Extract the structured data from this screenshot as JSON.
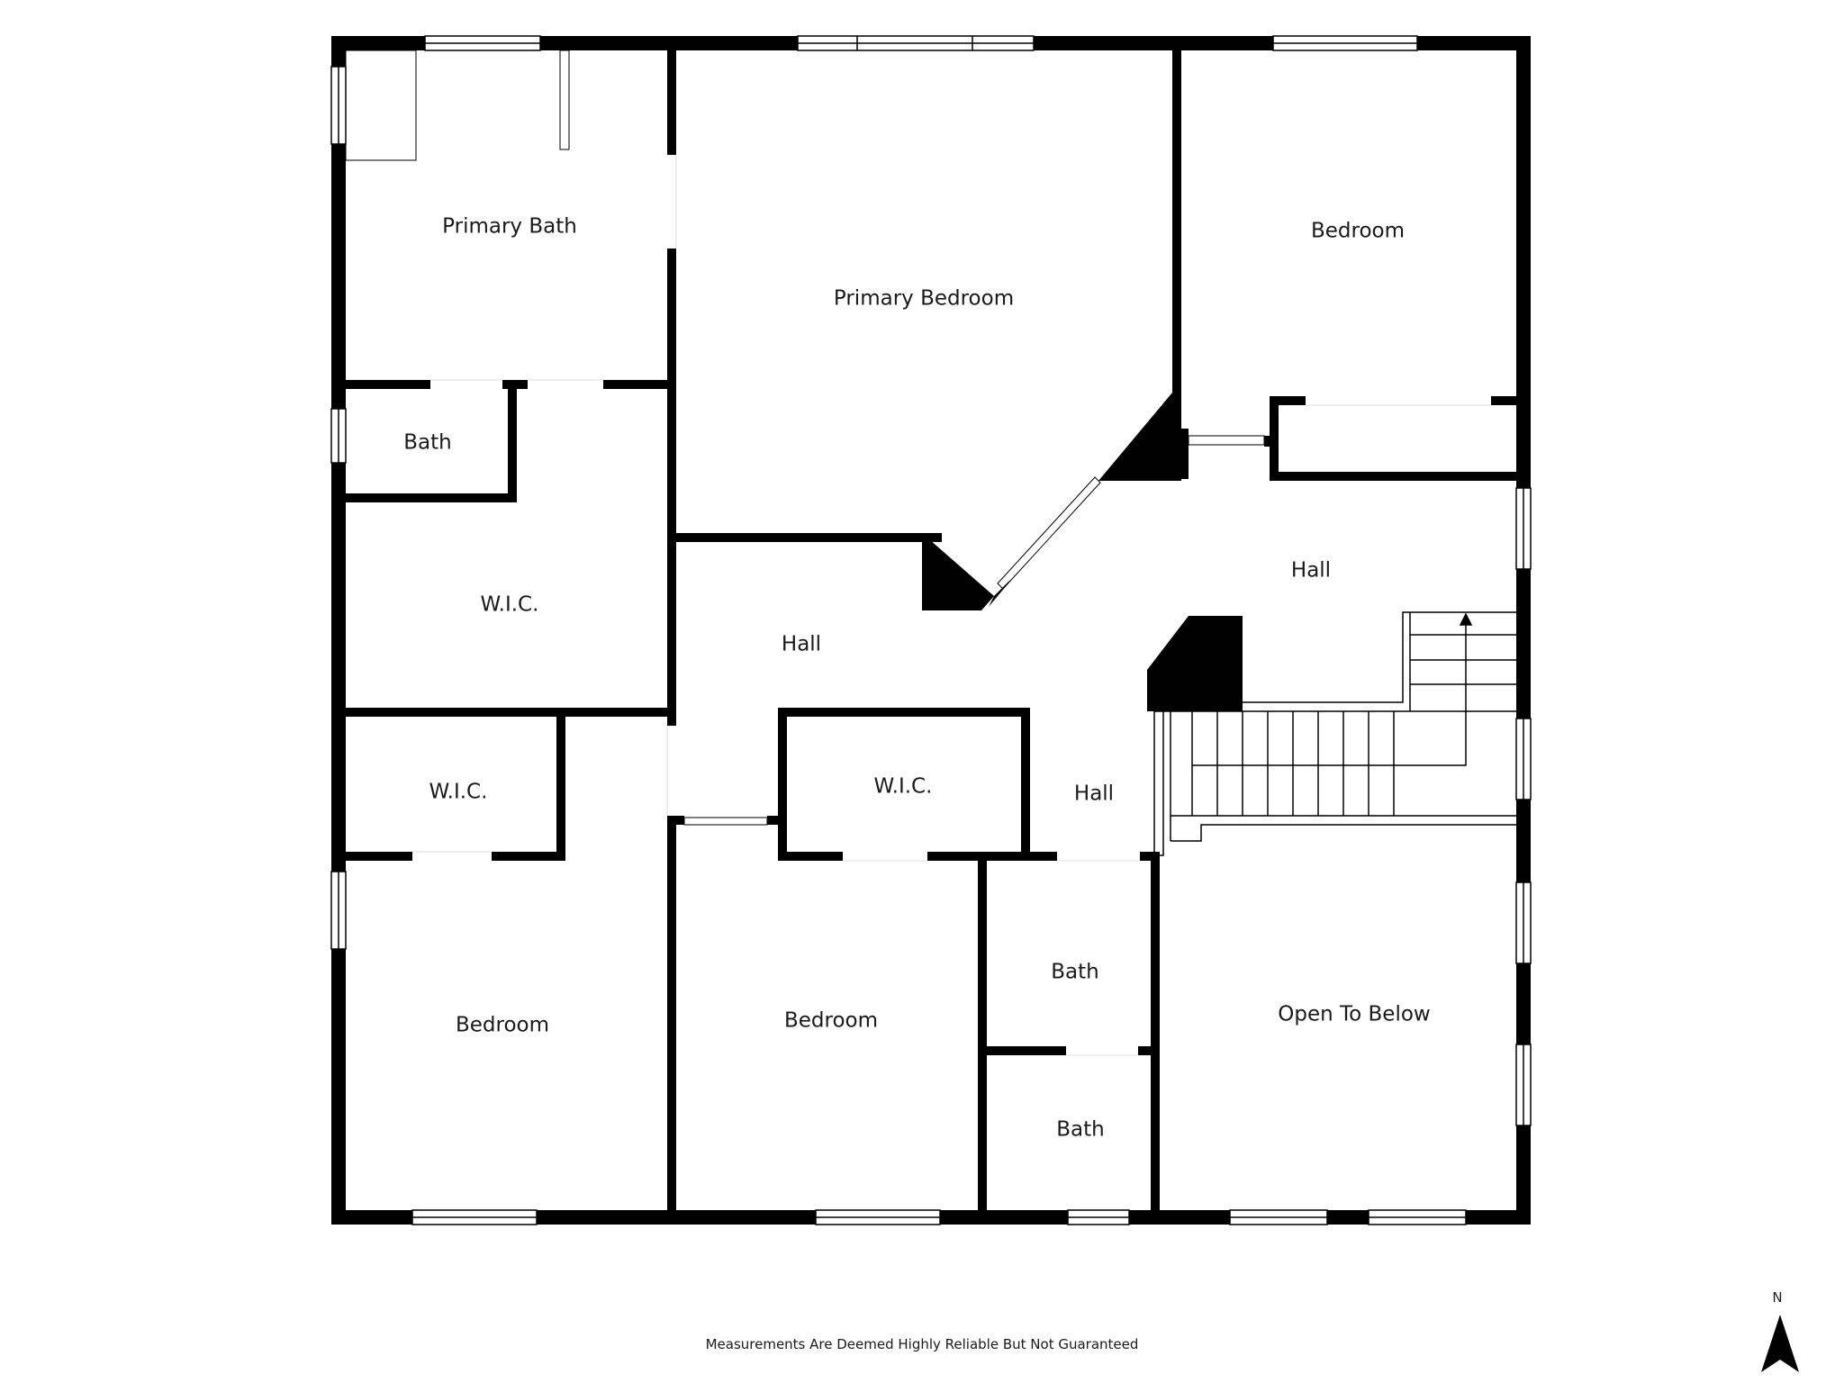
{
  "rooms": {
    "primary_bath": "Primary Bath",
    "primary_bedroom": "Primary Bedroom",
    "bedroom_ne": "Bedroom",
    "bath_small": "Bath",
    "wic_upper": "W.I.C.",
    "hall_center": "Hall",
    "hall_east": "Hall",
    "wic_west": "W.I.C.",
    "wic_center": "W.I.C.",
    "hall_south": "Hall",
    "bedroom_sw": "Bedroom",
    "bedroom_s": "Bedroom",
    "bath_s1": "Bath",
    "bath_s2": "Bath",
    "open_to_below": "Open To Below"
  },
  "compass": {
    "label": "N",
    "icon": "north-arrow-icon"
  },
  "footer": {
    "disclaimer": "Measurements Are Deemed Highly Reliable But Not Guaranteed"
  },
  "colors": {
    "wall": "#000000",
    "background": "#ffffff"
  }
}
